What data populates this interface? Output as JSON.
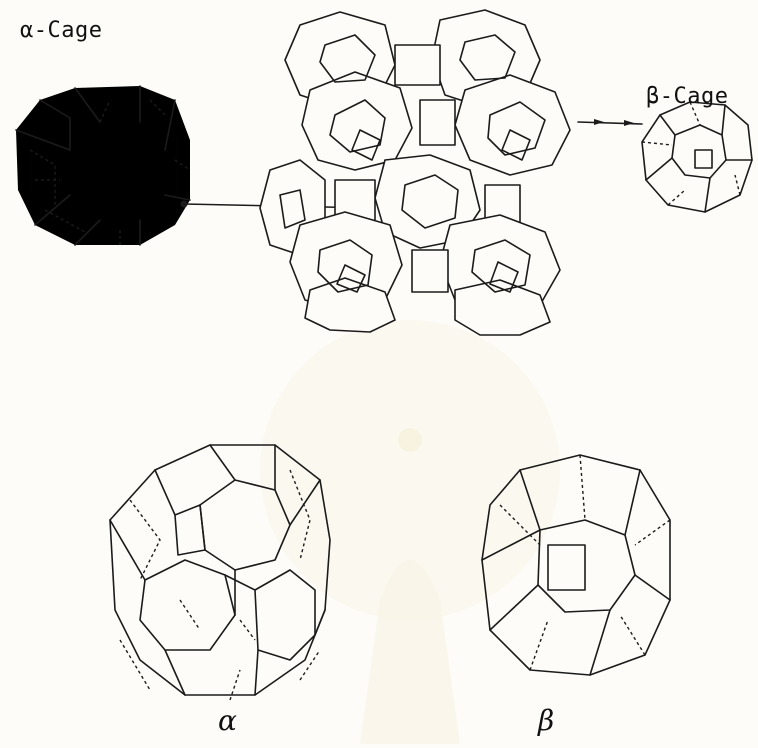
{
  "labels": {
    "alpha_cage": "α-Cage",
    "beta_cage": "β-Cage",
    "alpha": "α",
    "beta": "β"
  },
  "colors": {
    "ink": "#1b1b1b",
    "paper": "#fdfcf8",
    "watermark": "#f4ead0"
  }
}
